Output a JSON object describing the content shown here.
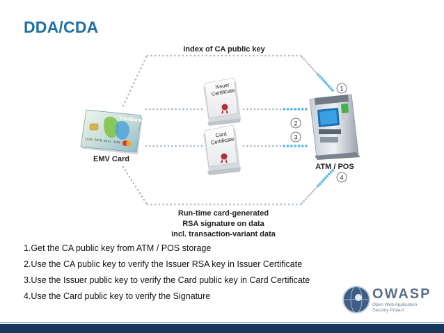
{
  "slide": {
    "title": "DDA/CDA",
    "top_label": "Index of CA public key",
    "issuer_cert_line1": "Issuer",
    "issuer_cert_line2": "Certificate",
    "card_cert_line1": "Card",
    "card_cert_line2": "Certificate",
    "card_caption": "EMV Card",
    "card_bank": "YourBank",
    "card_number": "1234 5678 9012 3456",
    "atm_caption": "ATM / POS",
    "bottom_label_line1": "Run-time card-generated",
    "bottom_label_line2": "RSA signature on data",
    "bottom_label_line3": "incl. transaction-variant data",
    "step_numbers": [
      "1",
      "2",
      "3",
      "4"
    ],
    "steps": [
      "1.Get the CA public key from ATM / POS storage",
      "2.Use the CA public key to verify the Issuer RSA key in Issuer Certificate",
      "3.Use the Issuer public key to verify the Card public key in Card Certificate",
      "4.Use the Card public key to verify the Signature"
    ],
    "owasp_word": "OWASP",
    "owasp_tagline": "Open Web Application Security Project"
  },
  "colors": {
    "title": "#1f6fa6",
    "dots": "#a9b7c6",
    "dots_active": "#5fb7e6",
    "footer_bar": "#17375e"
  }
}
